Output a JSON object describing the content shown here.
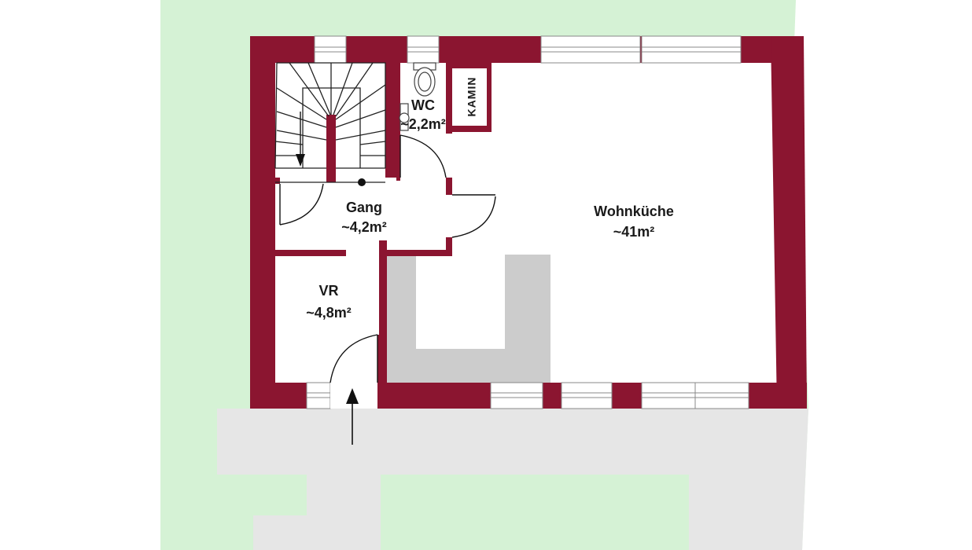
{
  "colors": {
    "wall": "#8b1530",
    "garden": "#d5f2d5",
    "paving": "#e6e6e6",
    "counter": "#cccccc",
    "line": "#000000"
  },
  "rooms": {
    "wc": {
      "name": "WC",
      "area": "~2,2m²"
    },
    "gang": {
      "name": "Gang",
      "area": "~4,2m²"
    },
    "wohnkueche": {
      "name": "Wohnküche",
      "area": "~41m²"
    },
    "vr": {
      "name": "VR",
      "area": "~4,8m²"
    }
  },
  "fixtures": {
    "kamin": "KAMIN"
  }
}
